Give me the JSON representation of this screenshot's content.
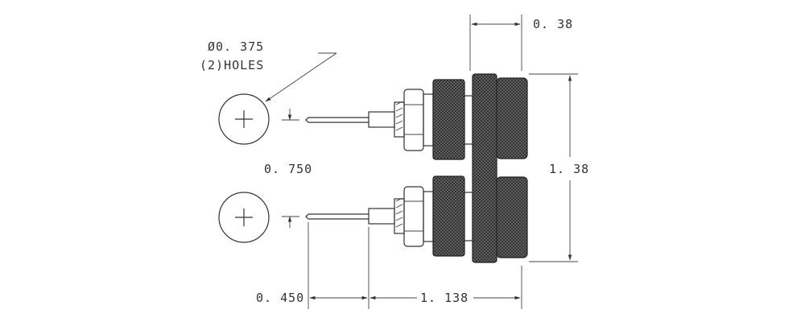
{
  "diagram": {
    "hole_callout": {
      "line1": "Ø0. 375",
      "line2": "(2)HOLES"
    },
    "dimensions": {
      "spacing": "0. 750",
      "depth": "0. 38",
      "height": "1. 38",
      "pin_length": "0. 450",
      "body_length": "1. 138"
    }
  }
}
